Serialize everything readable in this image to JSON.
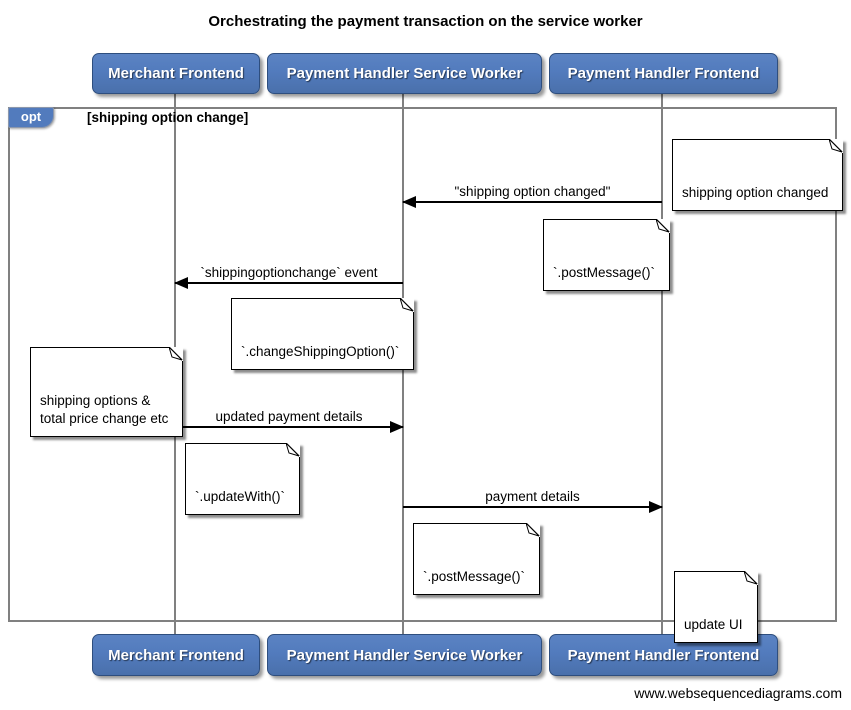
{
  "title": "Orchestrating the payment transaction on the service worker",
  "watermark": "www.websequencediagrams.com",
  "colors": {
    "actor_fill": "#527BBD",
    "actor_border": "#2E4E7E",
    "frame_border": "#808080",
    "lifeline": "#808080",
    "arrow": "#000000",
    "note_fill": "#FFFFFF",
    "note_border": "#000000"
  },
  "actors": [
    {
      "id": "merchant-frontend",
      "label": "Merchant Frontend"
    },
    {
      "id": "payment-handler-service-worker",
      "label": "Payment Handler Service Worker"
    },
    {
      "id": "payment-handler-frontend",
      "label": "Payment Handler Frontend"
    }
  ],
  "fragment": {
    "operator": "opt",
    "guard": "[shipping option change]"
  },
  "messages": [
    {
      "label": "\"shipping option changed\"",
      "from": "payment-handler-frontend",
      "to": "payment-handler-service-worker"
    },
    {
      "label": "`shippingoptionchange` event",
      "from": "payment-handler-service-worker",
      "to": "merchant-frontend"
    },
    {
      "label": "updated payment details",
      "from": "merchant-frontend",
      "to": "payment-handler-service-worker"
    },
    {
      "label": "payment details",
      "from": "payment-handler-service-worker",
      "to": "payment-handler-frontend"
    }
  ],
  "notes": [
    {
      "text": "shipping option changed",
      "position": "right of payment-handler-frontend"
    },
    {
      "text": "`.postMessage()`",
      "position": "left of payment-handler-frontend"
    },
    {
      "text": "`.changeShippingOption()`",
      "position": "left of payment-handler-service-worker"
    },
    {
      "text": "shipping options &\ntotal price change etc",
      "position": "left of merchant-frontend"
    },
    {
      "text": "`.updateWith()`",
      "position": "right of merchant-frontend"
    },
    {
      "text": "`.postMessage()`",
      "position": "right of payment-handler-service-worker"
    },
    {
      "text": "update UI",
      "position": "right of payment-handler-frontend"
    }
  ]
}
